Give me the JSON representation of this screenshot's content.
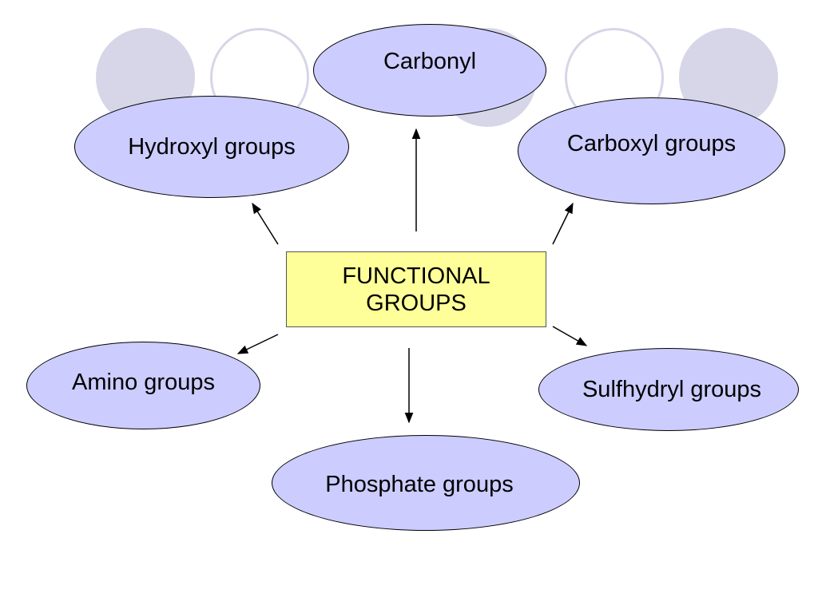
{
  "colors": {
    "node_fill": "#ccccff",
    "center_fill": "#ffff99",
    "decoration": "#d6d6e8",
    "stroke": "#000000"
  },
  "center": {
    "line1": "FUNCTIONAL",
    "line2": "GROUPS"
  },
  "nodes": {
    "carbonyl": "Carbonyl",
    "hydroxyl": "Hydroxyl groups",
    "carboxyl": "Carboxyl groups",
    "amino": "Amino groups",
    "sulfhydryl": "Sulfhydryl groups",
    "phosphate": "Phosphate groups"
  }
}
